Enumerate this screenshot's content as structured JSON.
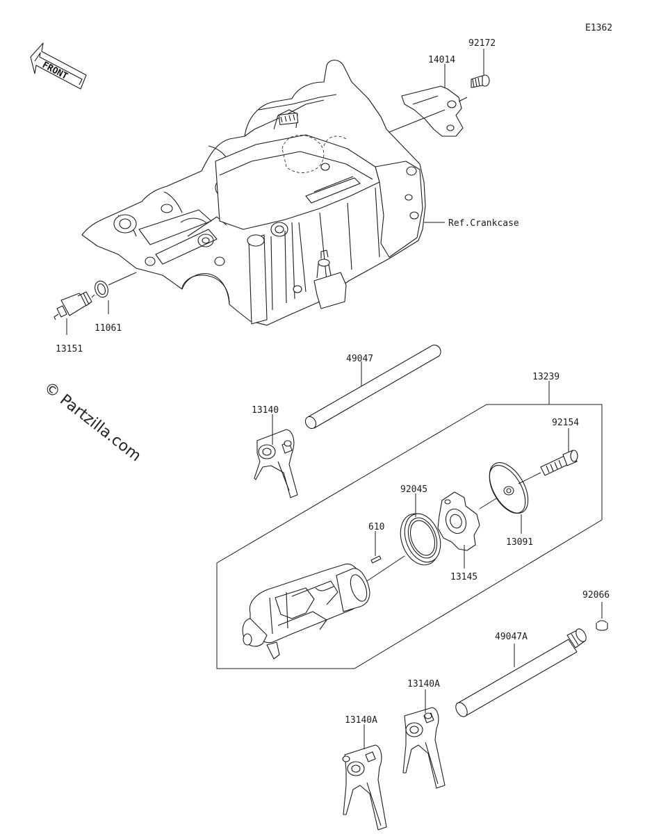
{
  "diagram_code": "E1362",
  "front_label": "FRONT",
  "watermark": "© Partzilla.com",
  "ref_label": "Ref.Crankcase",
  "parts": {
    "p92172": "92172",
    "p14014": "14014",
    "p11061": "11061",
    "p13151": "13151",
    "p49047": "49047",
    "p13239": "13239",
    "p13140": "13140",
    "p92154": "92154",
    "p92045": "92045",
    "p610": "610",
    "p13091": "13091",
    "p13145": "13145",
    "p92066": "92066",
    "p49047A": "49047A",
    "p13140A_upper": "13140A",
    "p13140A_lower": "13140A"
  }
}
